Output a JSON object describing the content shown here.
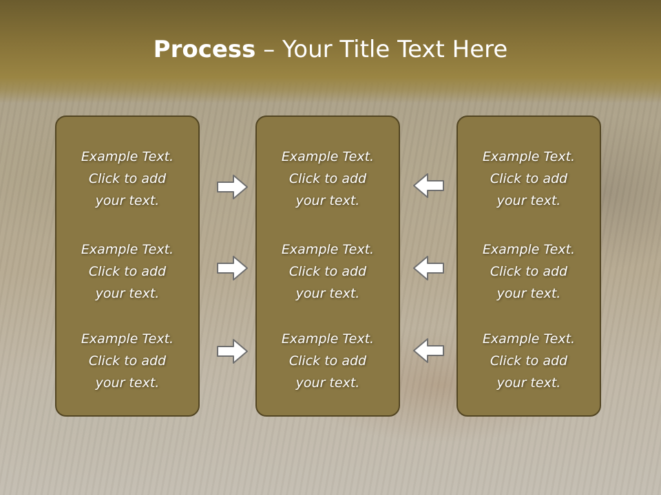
{
  "title": {
    "bold": "Process",
    "separator": " – ",
    "rest": "Your Title Text Here"
  },
  "columns": [
    {
      "items": [
        {
          "line1": "Example Text.",
          "line2": "Click  to add",
          "line3": "your text."
        },
        {
          "line1": "Example Text.",
          "line2": "Click  to add",
          "line3": "your text."
        },
        {
          "line1": "Example Text.",
          "line2": "Click  to add",
          "line3": "your text."
        }
      ]
    },
    {
      "items": [
        {
          "line1": "Example Text.",
          "line2": "Click  to add",
          "line3": "your text."
        },
        {
          "line1": "Example Text.",
          "line2": "Click  to add",
          "line3": "your text."
        },
        {
          "line1": "Example Text.",
          "line2": "Click  to add",
          "line3": "your text."
        }
      ]
    },
    {
      "items": [
        {
          "line1": "Example Text.",
          "line2": "Click  to add",
          "line3": "your text."
        },
        {
          "line1": "Example Text.",
          "line2": "Click  to add",
          "line3": "your text."
        },
        {
          "line1": "Example Text.",
          "line2": "Click  to add",
          "line3": "your text."
        }
      ]
    }
  ],
  "arrows": {
    "left_group": "arrow-right-icon",
    "right_group": "arrow-left-icon"
  },
  "colors": {
    "header": "#867238",
    "panel_fill": "#8a7844",
    "panel_border": "#524522",
    "text": "#ffffff",
    "arrow_fill": "#ffffff",
    "arrow_stroke": "#6e6e6e"
  }
}
